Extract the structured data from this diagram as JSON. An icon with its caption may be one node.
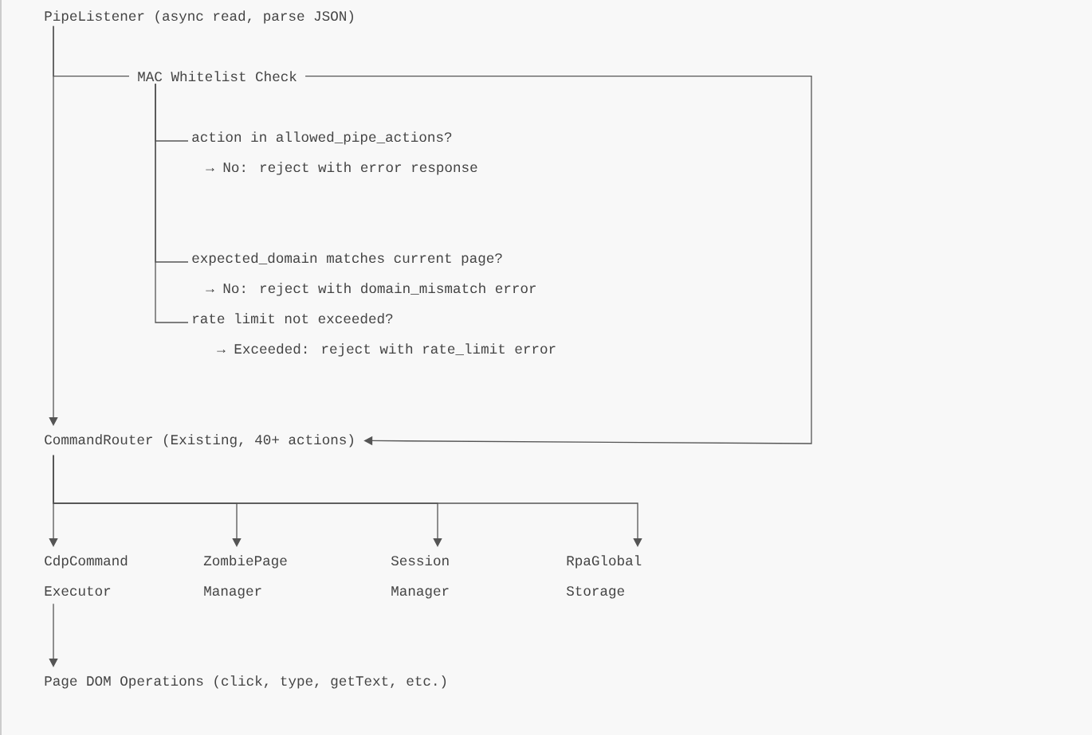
{
  "diagram": {
    "nodes": [
      {
        "text": [
          "PipeListener (async read, parse JSON)"
        ]
      },
      {
        "text": [
          "MAC Whitelist Check"
        ]
      },
      {
        "text": [
          "action in allowed_pipe_actions?",
          "→ No: reject with error response"
        ]
      },
      {
        "text": [
          "expected_domain matches current page?",
          "→ No: reject with domain_mismatch error"
        ]
      },
      {
        "text": [
          "rate limit not exceeded?",
          "→ Exceeded: reject with rate_limit error"
        ]
      },
      {
        "text": [
          "CommandRouter (Existing, 40+ actions)"
        ]
      },
      {
        "text": [
          "CdpCommand Executor"
        ]
      },
      {
        "text": [
          "ZombiePage Manager"
        ]
      },
      {
        "text": [
          "Session Manager"
        ]
      },
      {
        "text": [
          "RpaGlobal Storage"
        ]
      },
      {
        "text": [
          "Page DOM Operations (click, type, getText, etc.)"
        ]
      }
    ],
    "edges": [
      {
        "from": 0,
        "to": 5,
        "arrow": "to"
      },
      {
        "from": 0,
        "to": 1,
        "arrow": "none"
      },
      {
        "from": 1,
        "to": 2,
        "arrow": "none"
      },
      {
        "from": 1,
        "to": 3,
        "arrow": "none"
      },
      {
        "from": 1,
        "to": 4,
        "arrow": "none"
      },
      {
        "from": 1,
        "to": 5,
        "arrow": "to"
      },
      {
        "from": 5,
        "to": 6,
        "arrow": "to"
      },
      {
        "from": 5,
        "to": 7,
        "arrow": "to"
      },
      {
        "from": 5,
        "to": 8,
        "arrow": "to"
      },
      {
        "from": 5,
        "to": 9,
        "arrow": "to"
      },
      {
        "from": 6,
        "to": 10,
        "arrow": "to"
      }
    ]
  }
}
